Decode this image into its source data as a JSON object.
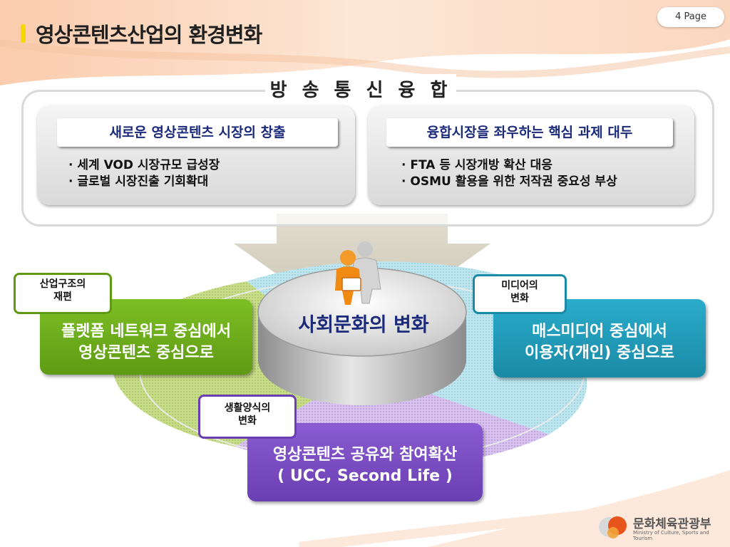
{
  "title": "영상콘텐츠산업의 환경변화",
  "page_label": "4 Page",
  "section_title": "방 송 통 신 융 합",
  "panels": [
    {
      "header": "새로운 영상콘텐츠 시장의 창출",
      "bullets": [
        "· 세계 VOD 시장규모 급성장",
        "· 글로벌 시장진출 기회확대"
      ]
    },
    {
      "header": "융합시장을 좌우하는 핵심 과제 대두",
      "bullets": [
        "· FTA 등 시장개방 확산 대응",
        "· OSMU 활용을 위한 저작권 중요성 부상"
      ]
    }
  ],
  "center_label": "사회문화의 변화",
  "changes": {
    "industry": {
      "tag_line1": "산업구조의",
      "tag_line2": "재편",
      "line1": "플렛폼 네트워크 중심에서",
      "line2": "영상콘텐츠 중심으로",
      "color": "#66a61a"
    },
    "media": {
      "tag_line1": "미디어의",
      "tag_line2": "변화",
      "line1": "매스미디어 중심에서",
      "line2": "이용자(개인) 중심으로",
      "color": "#1f9bb8"
    },
    "lifestyle": {
      "tag_line1": "생활양식의",
      "tag_line2": "변화",
      "line1": "영상콘텐츠 공유와 참여확산",
      "line2": "( UCC, Second Life )",
      "color": "#7a4cc2"
    }
  },
  "logo": {
    "name": "문화체육관광부",
    "sub": "Ministry of Culture, Sports and Tourism"
  },
  "colors": {
    "title_accent": "#f4d800",
    "heading_text": "#1b2a7a"
  },
  "icons": [
    "people-icon",
    "ministry-logo-icon"
  ]
}
